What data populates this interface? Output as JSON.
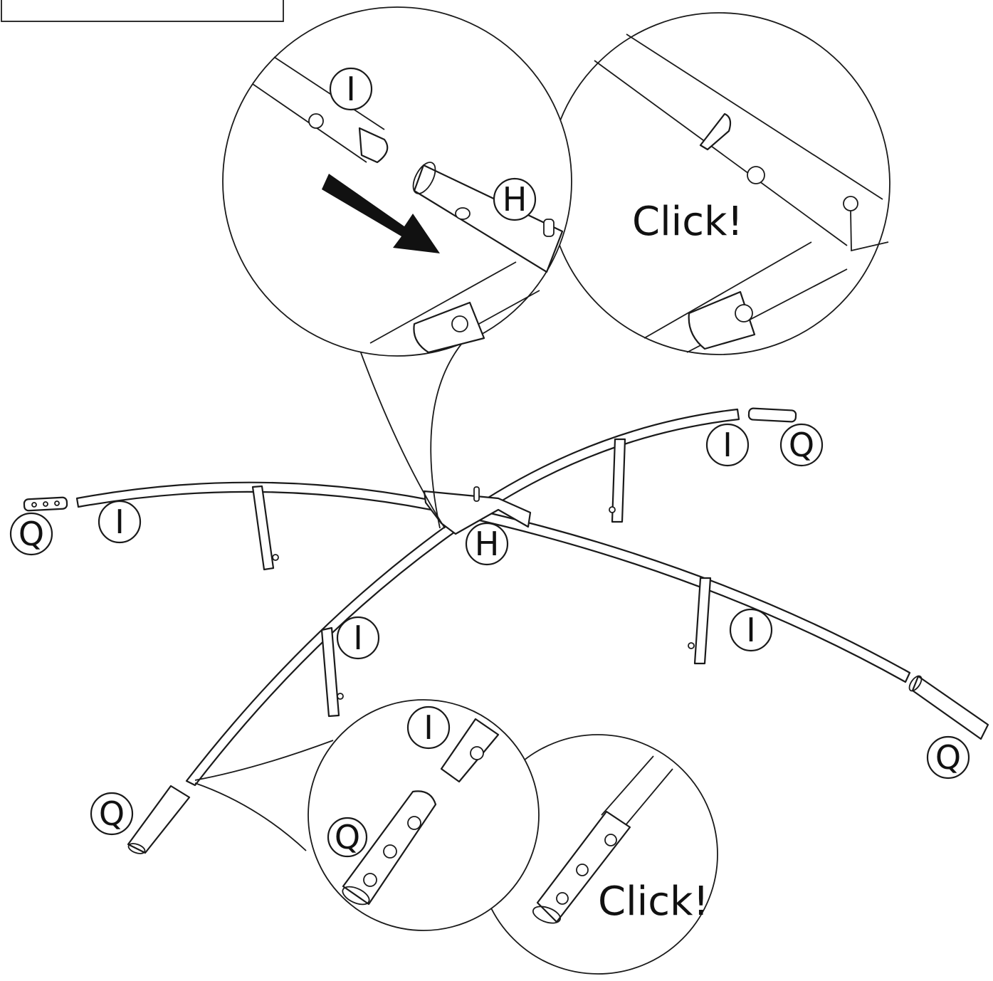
{
  "diagram": {
    "part_labels": {
      "hub": "H",
      "arm": "I",
      "end_cap": "Q"
    },
    "callouts": {
      "click_top": "Click!",
      "click_bottom": "Click!"
    },
    "colors": {
      "line": "#1a1a1a",
      "background": "#ffffff",
      "arrow": "#111111"
    }
  }
}
